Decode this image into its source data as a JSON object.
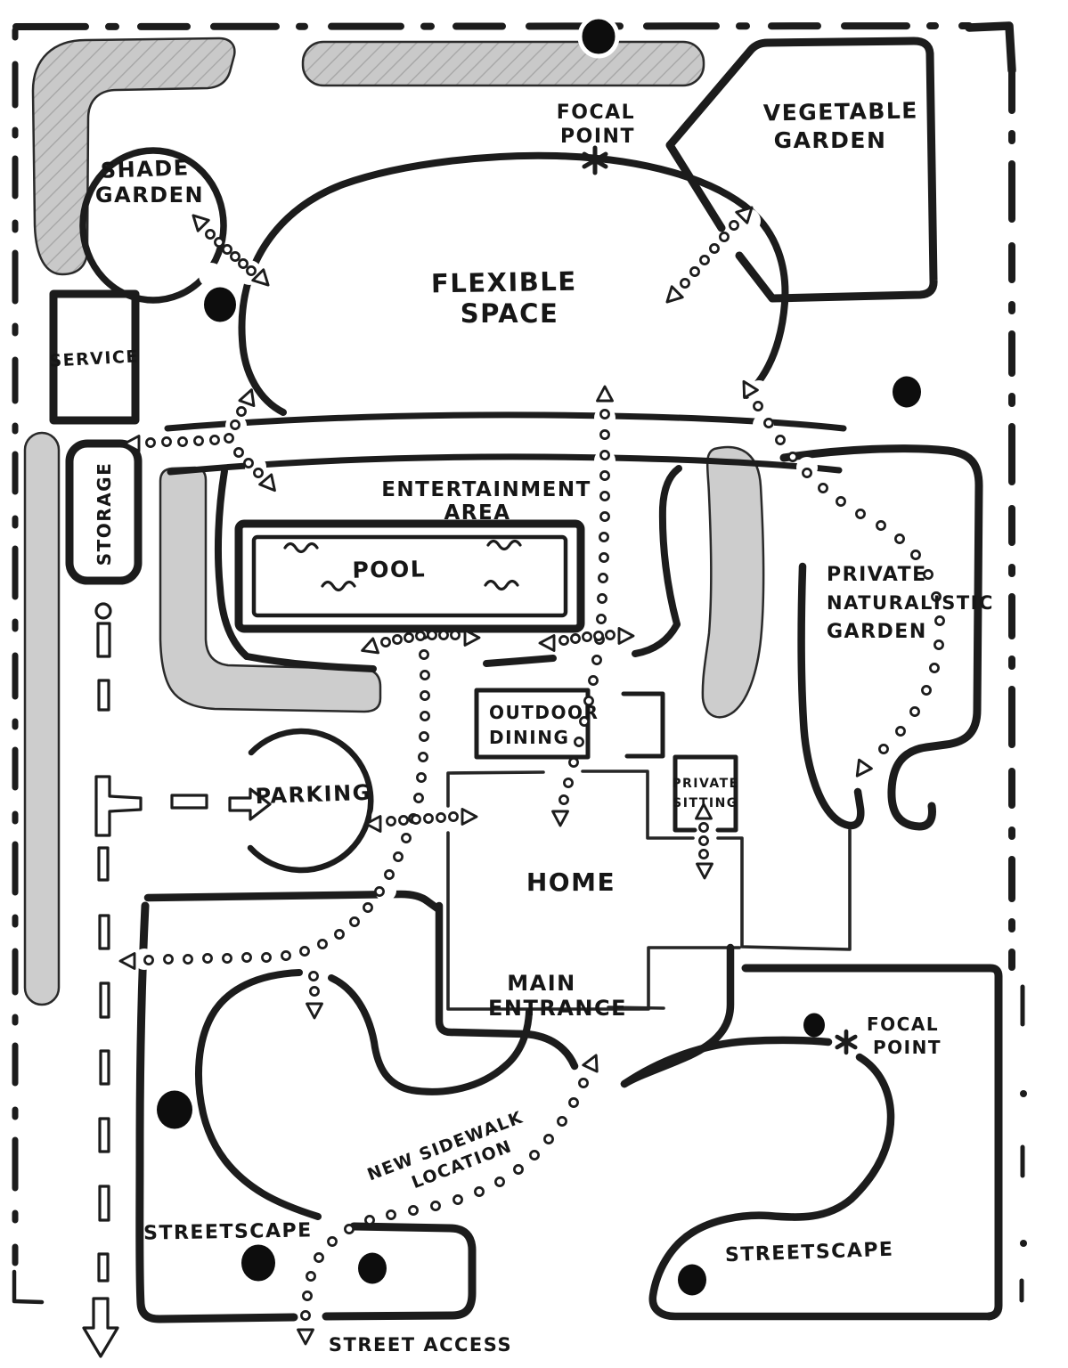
{
  "title": "Hand-drawn residential landscape master plan",
  "colors": {
    "ink": "#1c1c1c",
    "paper": "#ffffff",
    "planting_fill": "#cdcdcd",
    "hatch_line": "#a9a9a9"
  },
  "areas": {
    "shade_garden": {
      "line1": "SHADE",
      "line2": "GARDEN"
    },
    "service": {
      "label": "SERVICE"
    },
    "storage": {
      "label": "STORAGE"
    },
    "focal_point_top": {
      "line1": "FOCAL",
      "line2": "POINT"
    },
    "vegetable_garden": {
      "line1": "VEGETABLE",
      "line2": "GARDEN"
    },
    "flexible_space": {
      "line1": "FLEXIBLE",
      "line2": "SPACE"
    },
    "entertainment_area": {
      "line1": "ENTERTAINMENT",
      "line2": "AREA"
    },
    "pool": {
      "label": "POOL"
    },
    "private_naturalistic_garden": {
      "line1": "PRIVATE",
      "line2": "NATURALISTIC",
      "line3": "GARDEN"
    },
    "outdoor_dining": {
      "line1": "OUTDOOR",
      "line2": "DINING"
    },
    "parking": {
      "label": "PARKING"
    },
    "private_sitting": {
      "line1": "PRIVATE",
      "line2": "SITTING"
    },
    "home": {
      "label": "HOME"
    },
    "main_entrance": {
      "line1": "MAIN",
      "line2": "ENTRANCE"
    },
    "focal_point_bottom": {
      "line1": "FOCAL",
      "line2": "POINT"
    },
    "new_sidewalk": {
      "line1": "NEW SIDEWALK",
      "line2": "LOCATION"
    },
    "streetscape_left": {
      "label": "STREETSCAPE"
    },
    "streetscape_right": {
      "label": "STREETSCAPE"
    },
    "street_access": {
      "label": "STREET ACCESS"
    }
  }
}
